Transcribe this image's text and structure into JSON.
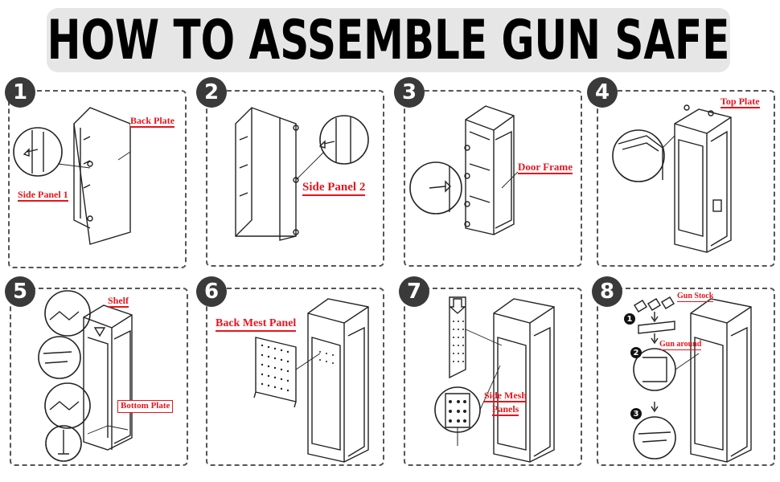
{
  "title": "HOW TO ASSEMBLE GUN SAFE",
  "colors": {
    "label_red": "#e8141c",
    "badge_bg": "#3a3a3a",
    "title_bg": "#e6e6e6"
  },
  "steps": [
    {
      "number": "1",
      "labels": [
        "Back Plate",
        "Side Panel 1"
      ]
    },
    {
      "number": "2",
      "labels": [
        "Side  Panel 2"
      ]
    },
    {
      "number": "3",
      "labels": [
        "Door Frame"
      ]
    },
    {
      "number": "4",
      "labels": [
        "Top Plate"
      ]
    },
    {
      "number": "5",
      "labels": [
        "Shelf",
        "Bottom Plate"
      ]
    },
    {
      "number": "6",
      "labels": [
        "Back Mest Panel"
      ]
    },
    {
      "number": "7",
      "labels": [
        "Side Mesh",
        "Panels"
      ]
    },
    {
      "number": "8",
      "labels": [
        "Gun Stock",
        "Gun around"
      ],
      "sub_steps": [
        "1",
        "2",
        "3"
      ]
    }
  ]
}
